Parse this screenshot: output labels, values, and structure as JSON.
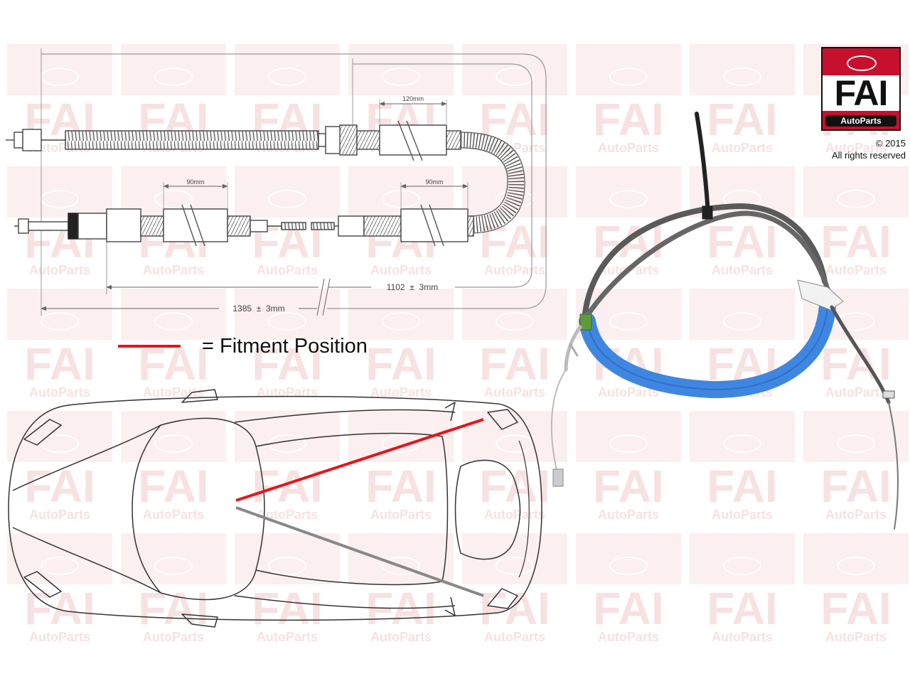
{
  "brand": {
    "logo_main": "FAI",
    "logo_sub": "AutoParts",
    "copyright": "© 2015",
    "rights": "All rights reserved",
    "watermark_main": "FAI",
    "watermark_sub": "AutoParts"
  },
  "dimensions": {
    "top_length": "120mm",
    "left_length": "90mm",
    "right_length": "90mm",
    "inner_length": "1102  ±  3mm",
    "overall_length": "1385  ±  3mm"
  },
  "legend": {
    "label": "= Fitment Position"
  },
  "colors": {
    "fitment": "#e8141b",
    "brand_red": "#c8102e",
    "sleeve_blue": "#3f86e0",
    "watermark": "#f8e1e1"
  }
}
